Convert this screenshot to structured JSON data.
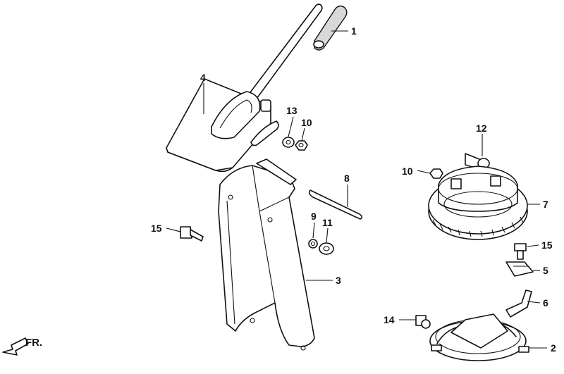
{
  "callouts": [
    {
      "id": "1",
      "label": "1"
    },
    {
      "id": "2",
      "label": "2"
    },
    {
      "id": "3",
      "label": "3"
    },
    {
      "id": "4",
      "label": "4"
    },
    {
      "id": "5",
      "label": "5"
    },
    {
      "id": "6",
      "label": "6"
    },
    {
      "id": "7",
      "label": "7"
    },
    {
      "id": "8",
      "label": "8"
    },
    {
      "id": "9",
      "label": "9"
    },
    {
      "id": "10a",
      "label": "10"
    },
    {
      "id": "10b",
      "label": "10"
    },
    {
      "id": "11",
      "label": "11"
    },
    {
      "id": "12",
      "label": "12"
    },
    {
      "id": "13",
      "label": "13"
    },
    {
      "id": "14",
      "label": "14"
    },
    {
      "id": "15a",
      "label": "15"
    },
    {
      "id": "15b",
      "label": "15"
    }
  ],
  "front_indicator": {
    "label": "FR."
  }
}
